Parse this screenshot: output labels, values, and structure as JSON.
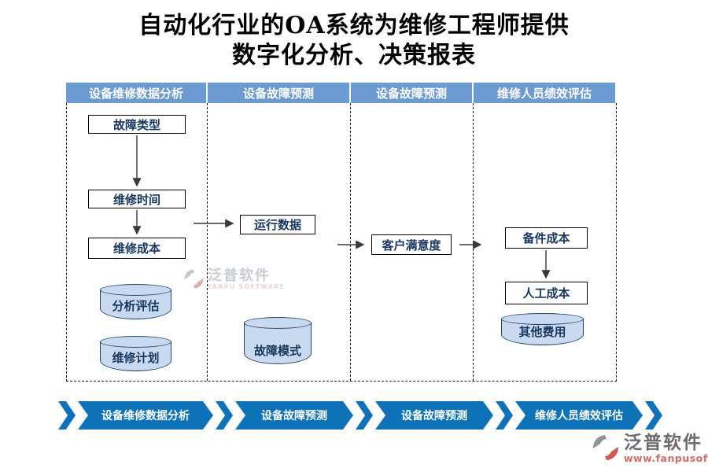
{
  "title": {
    "line1": "自动化行业的OA系统为维修工程师提供",
    "line2": "数字化分析、决策报表"
  },
  "columns": [
    {
      "header": "设备维修数据分析",
      "boxes": [
        "故障类型",
        "维修时间",
        "维修成本"
      ],
      "cylinders": [
        "分析评估",
        "维修计划"
      ]
    },
    {
      "header": "设备故障预测",
      "boxes": [
        "运行数据"
      ],
      "cylinders": [
        "故障模式"
      ]
    },
    {
      "header": "设备故障预测",
      "boxes": [
        "客户满意度"
      ],
      "cylinders": []
    },
    {
      "header": "维修人员绩效评估",
      "boxes": [
        "备件成本",
        "人工成本"
      ],
      "cylinders": [
        "其他费用"
      ]
    }
  ],
  "banner": {
    "steps": [
      "设备维修数据分析",
      "设备故障预测",
      "设备故障预测",
      "维修人员绩效评估"
    ]
  },
  "watermark": {
    "name": "泛普软件",
    "sub": "FANPU SOFTWARE"
  },
  "logo": {
    "name": "泛普软件",
    "url": "www.fanpusoft.com"
  },
  "colors": {
    "header_bg": "#6C9BD2",
    "banner_bg": "#0E72B8",
    "node_text": "#17375E",
    "cylinder_fill": "#C9DAF0",
    "cylinder_border": "#24436B",
    "title_color": "#000000",
    "logo_red": "#CF6D66"
  }
}
